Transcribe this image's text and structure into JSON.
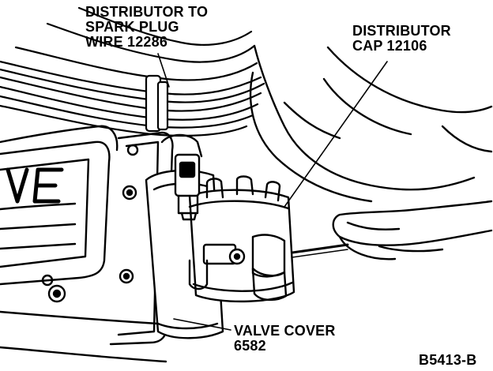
{
  "labels": {
    "wire": {
      "line1": "DISTRIBUTOR TO",
      "line2": "SPARK PLUG",
      "line3": "WIRE 12286"
    },
    "cap": {
      "line1": "DISTRIBUTOR",
      "line2": "CAP 12106"
    },
    "valve_cover": {
      "line1": "VALVE COVER",
      "line2": "6582"
    },
    "figure_id": "B5413-B"
  },
  "colors": {
    "ink": "#000000",
    "paper": "#ffffff"
  }
}
